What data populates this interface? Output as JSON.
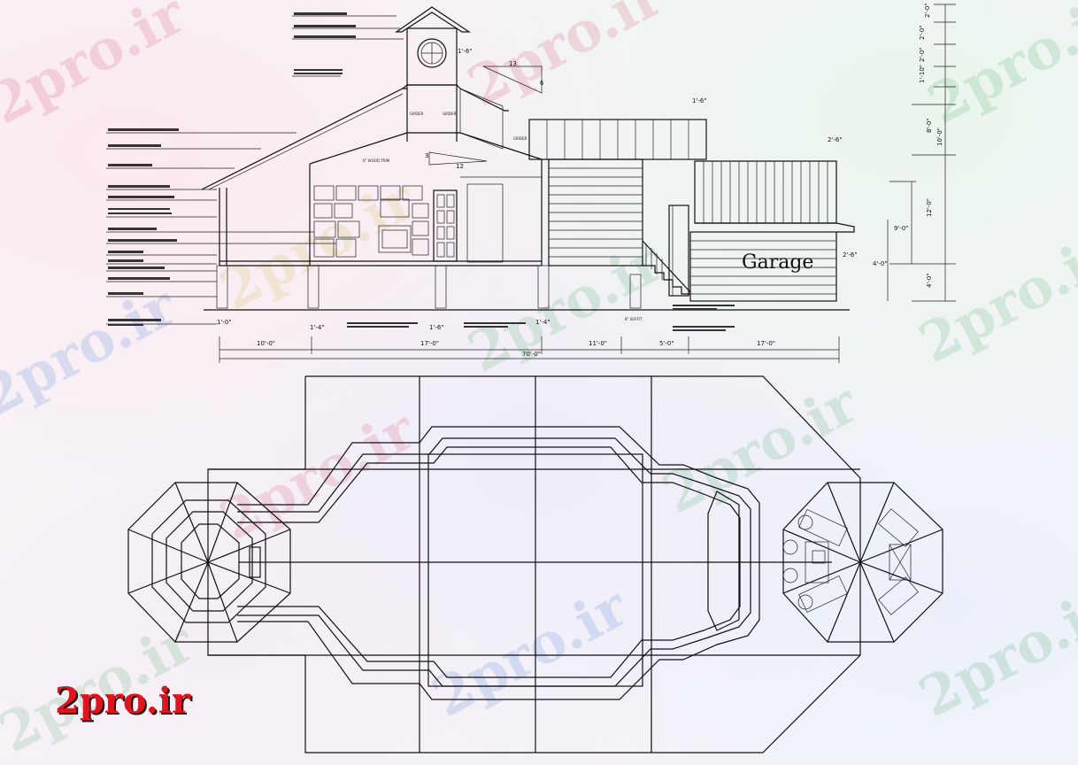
{
  "drawing": {
    "label_garage": "Garage",
    "label_trim": "6\" WOOD TRIM",
    "label_girder": "GIRDER",
    "label_soffit": "8\" SOFFIT",
    "roof_pitch_rise": "13",
    "roof_pitch_run": "6",
    "lower_pitch_rise": "3",
    "lower_pitch_run": "12",
    "dims_bottom": [
      "10'-0\"",
      "17'-0\"",
      "11'-0\"",
      "5'-0\"",
      "17'-0\""
    ],
    "dim_overall": "70'-0\"",
    "dims_right": [
      "2'-0\"",
      "2'-0\"",
      "2'-0\"",
      "1'-10\"",
      "8'-0\"",
      "10'-0\"",
      "12'-0\"",
      "4'-0\""
    ],
    "dims_misc": [
      "1'-6\"",
      "1'-6\"",
      "2'-6\"",
      "9'-0\"",
      "2'-6\"",
      "4'-0\"",
      "1'-4\"",
      "1'-6\"",
      "1'-0\"",
      "1'-4\""
    ]
  },
  "logo": {
    "text": "2pro.ir"
  },
  "watermark": {
    "text": "2pro.ir"
  },
  "colors": {
    "logo": "#e0141e",
    "ink": "#111111"
  }
}
